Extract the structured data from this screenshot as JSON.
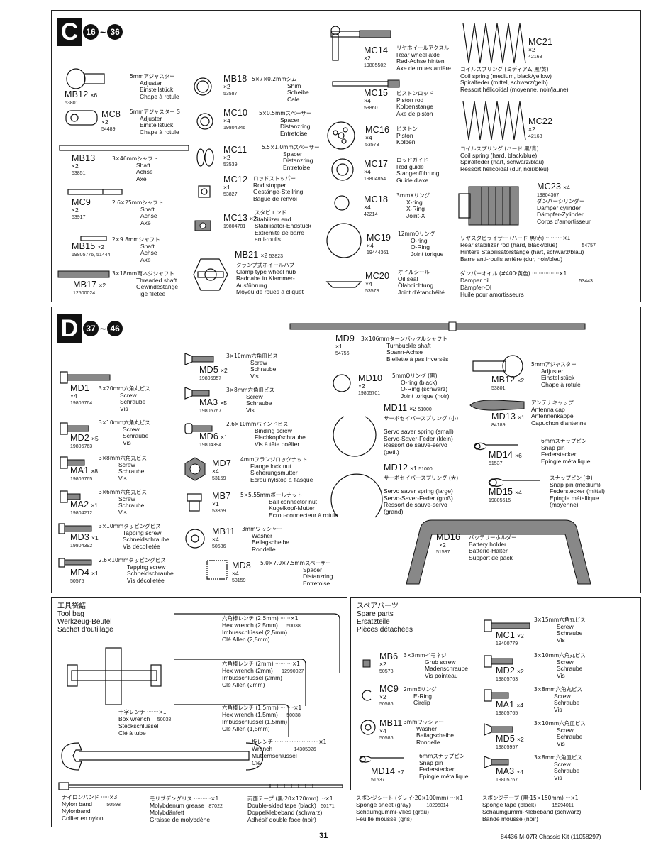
{
  "page_number": "31",
  "footer_kit": "84436 M-07R Chassis Kit (11058297)",
  "section_c": {
    "letter": "C",
    "step_from": "16",
    "tilde": "~",
    "step_to": "36",
    "mb12": {
      "code": "MB12",
      "qty": "×6",
      "num": "53801",
      "jp": "5mmアジャスター",
      "d1": "Adjuster",
      "d2": "Einstellstück",
      "d3": "Chape à rotule"
    },
    "mc8": {
      "code": "MC8",
      "qty": "×2",
      "num": "54489",
      "jp": "5mmアジャスター S",
      "d1": "Adjuster",
      "d2": "Einstellstück",
      "d3": "Chape à rotule"
    },
    "mb13": {
      "code": "MB13",
      "qty": "×2",
      "num": "53851",
      "jp": "3×46mmシャフト",
      "d1": "Shaft",
      "d2": "Achse",
      "d3": "Axe"
    },
    "mc9": {
      "code": "MC9",
      "qty": "×2",
      "num": "53917",
      "jp": "2.6×25mmシャフト",
      "d1": "Shaft",
      "d2": "Achse",
      "d3": "Axe"
    },
    "mb15": {
      "code": "MB15",
      "qty": "×2",
      "num": "19805776, 51444",
      "jp": "2×9.8mmシャフト",
      "d1": "Shaft",
      "d2": "Achse",
      "d3": "Axe"
    },
    "mb17": {
      "code": "MB17",
      "qty": "×2",
      "num": "12500024",
      "jp": "3×18mm両ネジシャフト",
      "d1": "Threaded shaft",
      "d2": "Gewindestange",
      "d3": "Tige filetée"
    },
    "mb18": {
      "code": "MB18",
      "qty": "×2",
      "num": "53587",
      "jp": "5×7×0.2mmシム",
      "d1": "Shim",
      "d2": "Scheibe",
      "d3": "Cale"
    },
    "mc10": {
      "code": "MC10",
      "qty": "×4",
      "num": "19804246",
      "jp": "5×0.5mmスペーサー",
      "d1": "Spacer",
      "d2": "Distanzring",
      "d3": "Entretoise"
    },
    "mc11": {
      "code": "MC11",
      "qty": "×2",
      "num": "53539",
      "jp": "5.5×1.0mmスペーサー",
      "d1": "Spacer",
      "d2": "Distanzring",
      "d3": "Entretoise"
    },
    "mc12": {
      "code": "MC12",
      "qty": "×1",
      "num": "53827",
      "jp": "ロッドストッパー",
      "d1": "Rod stopper",
      "d2": "Gestänge-Stellring",
      "d3": "Bague de renvoi"
    },
    "mc13": {
      "code": "MC13",
      "qty": "×2",
      "num": "19804781",
      "jp": "スタビエンド",
      "d1": "Stabilizer end",
      "d2": "Stabilisator-Endstück",
      "d3": "Extrémité de barre",
      "d4": "anti-roulis"
    },
    "mb21": {
      "code": "MB21",
      "qty": "×2",
      "num": "53823",
      "jp": "クランプ式ホイールハブ",
      "d1": "Clamp type wheel hub",
      "d2": "Radnabe in Klammer-",
      "d3": "Ausführung",
      "d4": "Moyeu de roues à cliquet"
    },
    "mc14": {
      "code": "MC14",
      "qty": "×2",
      "num": "19805502",
      "jp": "リヤホイールアクスル",
      "d1": "Rear wheel axle",
      "d2": "Rad-Achse hinten",
      "d3": "Axe de roues arrière"
    },
    "mc15": {
      "code": "MC15",
      "qty": "×4",
      "num": "53860",
      "jp": "ピストンロッド",
      "d1": "Piston rod",
      "d2": "Kolbenstange",
      "d3": "Axe de piston"
    },
    "mc16": {
      "code": "MC16",
      "qty": "×4",
      "num": "53573",
      "jp": "ピストン",
      "d1": "Piston",
      "d2": "Kolben"
    },
    "mc17": {
      "code": "MC17",
      "qty": "×4",
      "num": "19804854",
      "jp": "ロッドガイド",
      "d1": "Rod guide",
      "d2": "Stangenführung",
      "d3": "Guide d'axe"
    },
    "mc18": {
      "code": "MC18",
      "qty": "×4",
      "num": "42214",
      "jp": "3mmXリング",
      "d1": "X-ring",
      "d2": "X-Ring",
      "d3": "Joint-X"
    },
    "mc19": {
      "code": "MC19",
      "qty": "×4",
      "num": "19444361",
      "jp": "12mmOリング",
      "d1": "O-ring",
      "d2": "O-Ring",
      "d3": "Joint torique"
    },
    "mc20": {
      "code": "MC20",
      "qty": "×4",
      "num": "53578",
      "jp": "オイルシール",
      "d1": "Oil seal",
      "d2": "Ölabdichtung",
      "d3": "Joint d'étanchéité"
    },
    "mc21": {
      "code": "MC21",
      "qty": "×2",
      "num": "42168",
      "jp": "コイルスプリング (ミディアム 黒/黄)",
      "d1": "Coil spring (medium, black/yellow)",
      "d2": "Spiralfeder (mittel, schwarz/gelb)",
      "d3": "Ressort hélicoïdal (moyenne, noir/jaune)"
    },
    "mc22": {
      "code": "MC22",
      "qty": "×2",
      "num": "42168",
      "jp": "コイルスプリング (ハード 黒/青)",
      "d1": "Coil spring (hard, black/blue)",
      "d2": "Spiralfeder (hart, schwarz/blau)",
      "d3": "Ressort hélicoïdal (dur, noir/bleu)"
    },
    "mc23": {
      "code": "MC23",
      "qty": "×4",
      "num": "19804367",
      "jp": "ダンパーシリンダー",
      "d1": "Damper cylinder",
      "d2": "Dämpfer-Zylinder",
      "d3": "Corps d'amortisseur"
    },
    "stab": {
      "jp": "リヤスタビライザー (ハード 黒/赤) ··········×1",
      "num": "54757",
      "d1": "Rear stabilizer rod (hard, black/blue)",
      "d2": "Hintere Stabilisatorstange (hart, schwarz/blau)",
      "d3": "Barre anti-roulis arrière (dur, noir/bleu)"
    },
    "oil": {
      "jp": "ダンパーオイル (#400·黄色) ················×1",
      "num": "53443",
      "d1": "Damper oil",
      "d2": "Dämpfer-Öl",
      "d3": "Huile pour amortisseurs"
    }
  },
  "section_d": {
    "letter": "D",
    "step_from": "37",
    "tilde": "~",
    "step_to": "46",
    "md9": {
      "code": "MD9",
      "qty": "×1",
      "num": "54756",
      "jp": "3×106mmターンバックルシャフト",
      "d1": "Turnbuckle shaft",
      "d2": "Spann-Achse",
      "d3": "Biellette à pas inversés"
    },
    "md1": {
      "code": "MD1",
      "qty": "×4",
      "num": "19805764",
      "jp": "3×20mm六角丸ビス",
      "d1": "Screw",
      "d2": "Schraube",
      "d3": "Vis"
    },
    "md2": {
      "code": "MD2",
      "qty": "×5",
      "num": "19805763",
      "jp": "3×10mm六角丸ビス",
      "d1": "Screw",
      "d2": "Schraube",
      "d3": "Vis"
    },
    "ma1": {
      "code": "MA1",
      "qty": "×8",
      "num": "19805765",
      "jp": "3×8mm六角丸ビス",
      "d1": "Screw",
      "d2": "Schraube",
      "d3": "Vis"
    },
    "ma2": {
      "code": "MA2",
      "qty": "×1",
      "num": "19804212",
      "jp": "3×6mm六角丸ビス",
      "d1": "Screw",
      "d2": "Schraube",
      "d3": "Vis"
    },
    "md3": {
      "code": "MD3",
      "qty": "×1",
      "num": "19804392",
      "jp": "3×10mmタッピングビス",
      "d1": "Tapping screw",
      "d2": "Schneidschraube",
      "d3": "Vis décolletée"
    },
    "md4": {
      "code": "MD4",
      "qty": "×1",
      "num": "50575",
      "jp": "2.6×10mmタッピングビス",
      "d1": "Tapping screw",
      "d2": "Schneidschraube",
      "d3": "Vis décolletée"
    },
    "md5": {
      "code": "MD5",
      "qty": "×2",
      "num": "19805957",
      "jp": "3×10mm六角皿ビス",
      "d1": "Screw",
      "d2": "Schraube",
      "d3": "Vis"
    },
    "ma3": {
      "code": "MA3",
      "qty": "×5",
      "num": "19805767",
      "jp": "3×8mm六角皿ビス",
      "d1": "Screw",
      "d2": "Schraube",
      "d3": "Vis"
    },
    "md6": {
      "code": "MD6",
      "qty": "×1",
      "num": "19804394",
      "jp": "2.6×10mmバインドビス",
      "d1": "Binding screw",
      "d2": "Flachkopfschraube",
      "d3": "Vis à tête poêlier"
    },
    "md7": {
      "code": "MD7",
      "qty": "×4",
      "num": "53159",
      "jp": "4mmフランジロックナット",
      "d1": "Flange lock nut",
      "d2": "Sicherungsmutter",
      "d3": "Ecrou nylstop à flasque"
    },
    "mb7": {
      "code": "MB7",
      "qty": "×1",
      "num": "53869",
      "jp": "5×5.55mmボールナット",
      "d1": "Ball connector nut",
      "d2": "Kugelkopf-Mutter",
      "d3": "Ecrou-connecteur à rotule"
    },
    "mb11": {
      "code": "MB11",
      "qty": "×4",
      "num": "50586",
      "jp": "3mmワッシャー",
      "d1": "Washer",
      "d2": "Beilagscheibe",
      "d3": "Rondelle"
    },
    "md8": {
      "code": "MD8",
      "qty": "×4",
      "num": "53159",
      "jp": "5.0×7.0×7.5mmスペーサー",
      "d1": "Spacer",
      "d2": "Distanzring",
      "d3": "Entretoise"
    },
    "md10": {
      "code": "MD10",
      "qty": "×2",
      "num": "19805701",
      "jp": "5mmOリング (黒)",
      "d1": "O-ring (black)",
      "d2": "O-Ring (schwarz)",
      "d3": "Joint torique (noir)"
    },
    "md11": {
      "code": "MD11",
      "qty": "×2",
      "num": "51000",
      "jp": "サーボセイバースプリング (小)",
      "d1": "Servo saver spring (small)",
      "d2": "Servo-Saver-Feder (klein)",
      "d3": "Ressort de sauve-servo",
      "d4": "(petit)"
    },
    "md12": {
      "code": "MD12",
      "qty": "×1",
      "num": "51000",
      "jp": "サーボセイバースプリング (大)",
      "d1": "Servo saver spring (large)",
      "d2": "Servo-Saver-Feder (groß)",
      "d3": "Ressort de sauve-servo",
      "d4": "(grand)"
    },
    "mb12": {
      "code": "MB12",
      "qty": "×2",
      "num": "53801",
      "jp": "5mmアジャスター",
      "d1": "Adjuster",
      "d2": "Einstellstück",
      "d3": "Chape à rotule"
    },
    "md13": {
      "code": "MD13",
      "qty": "×1",
      "num": "84189",
      "jp": "アンテナキャップ",
      "d1": "Antenna cap",
      "d2": "Antennenkappe",
      "d3": "Capuchon d'antenne"
    },
    "md14": {
      "code": "MD14",
      "qty": "×6",
      "num": "51537",
      "jp": "6mmスナップピン",
      "d1": "Snap pin",
      "d2": "Federstecker",
      "d3": "Epingle métallique"
    },
    "md15": {
      "code": "MD15",
      "qty": "×4",
      "num": "19805615",
      "jp": "スナップピン (中)",
      "d1": "Snap pin (medium)",
      "d2": "Federstecker (mittel)",
      "d3": "Epingle métallique",
      "d4": "(moyenne)"
    },
    "md16": {
      "code": "MD16",
      "qty": "×2",
      "num": "51537",
      "jp": "バッテリーホルダー",
      "d1": "Battery holder",
      "d2": "Batterie-Halter",
      "d3": "Support de pack"
    }
  },
  "tool_bag": {
    "jp": "工具袋詰",
    "t1": "Tool bag",
    "t2": "Werkzeug-Beutel",
    "t3": "Sachet d'outillage",
    "hex25": {
      "jp": "六角棒レンチ (2.5mm) ······×1",
      "d1": "Hex wrench (2.5mm)",
      "num": "50038",
      "d2": "Imbusschlüssel (2,5mm)",
      "d3": "Clé Allen (2,5mm)"
    },
    "hex2": {
      "jp": "六角棒レンチ (2mm) ··········×1",
      "d1": "Hex wrench (2mm)",
      "num": "12990027",
      "d2": "Imbusschlüssel (2mm)",
      "d3": "Clé Allen (2mm)"
    },
    "hex15": {
      "jp": "六角棒レンチ (1.5mm) ········×1",
      "d1": "Hex wrench (1.5mm)",
      "num": "50038",
      "d2": "Imbusschlüssel (1,5mm)",
      "d3": "Clé Allen (1,5mm)"
    },
    "box": {
      "jp": "十字レンチ ·······×1",
      "d1": "Box wrench",
      "num": "50038",
      "d2": "Steckschlüssel",
      "d3": "Clé à tube"
    },
    "wrench": {
      "jp": "板レンチ ··························×1",
      "d1": "Wrench",
      "num": "14305026",
      "d2": "Mutternschlüssel",
      "d3": "Clé"
    },
    "nylon": {
      "jp": "ナイロンバンド ·····×3",
      "d1": "Nylon band",
      "num": "50598",
      "d2": "Nylonband",
      "d3": "Collier en nylon"
    },
    "grease": {
      "jp": "モリブデングリス ··········×1",
      "d1": "Molybdenum grease",
      "num": "87022",
      "d2": "Molybdänfett",
      "d3": "Graisse de molybdène"
    },
    "tape": {
      "jp": "両面テープ (黒·20×120mm) ···×1",
      "d1": "Double-sided tape (black)",
      "num": "50171",
      "d2": "Doppelklebeband (schwarz)",
      "d3": "Adhésif double face (noir)"
    },
    "sponge_sheet": {
      "jp": "スポンジシート (グレイ·20×100mm) ···×1",
      "d1": "Sponge sheet (gray)",
      "num": "18295014",
      "d2": "Schaumgummi-Vlies (grau)",
      "d3": "Feuille mousse (gris)"
    },
    "sponge_tape": {
      "jp": "スポンジテープ (黒·15×150mm) ···×1",
      "d1": "Sponge tape (black)",
      "num": "15294011",
      "d2": "Schaumgummi-Klebeband (schwarz)",
      "d3": "Bande mousse (noir)"
    }
  },
  "spare": {
    "jp": "スペアパーツ",
    "t1": "Spare parts",
    "t2": "Ersatzteile",
    "t3": "Pièces détachées",
    "mb6": {
      "code": "MB6",
      "qty": "×2",
      "num": "50578",
      "jp": "3×3mmイモネジ",
      "d1": "Grub screw",
      "d2": "Madenschraube",
      "d3": "Vis pointeau"
    },
    "mc9": {
      "code": "MC9",
      "qty": "×2",
      "num": "50586",
      "jp": "2mmEリング",
      "d1": "E-Ring",
      "d2": "Circlip"
    },
    "mb11": {
      "code": "MB11",
      "qty": "×4",
      "num": "50586",
      "jp": "3mmワッシャー",
      "d1": "Washer",
      "d2": "Beilagscheibe",
      "d3": "Rondelle"
    },
    "md14": {
      "code": "MD14",
      "qty": "×7",
      "num": "51537",
      "jp": "6mmスナップピン",
      "d1": "Snap pin",
      "d2": "Federstecker",
      "d3": "Epingle métallique"
    },
    "mc1": {
      "code": "MC1",
      "qty": "×2",
      "num": "19400779",
      "jp": "3×15mm六角丸ビス",
      "d1": "Screw",
      "d2": "Schraube",
      "d3": "Vis"
    },
    "md2": {
      "code": "MD2",
      "qty": "×2",
      "num": "19805763",
      "jp": "3×10mm六角丸ビス",
      "d1": "Screw",
      "d2": "Schraube",
      "d3": "Vis"
    },
    "ma1": {
      "code": "MA1",
      "qty": "×4",
      "num": "19805765",
      "jp": "3×8mm六角丸ビス",
      "d1": "Screw",
      "d2": "Schraube",
      "d3": "Vis"
    },
    "md5": {
      "code": "MD5",
      "qty": "×2",
      "num": "19805957",
      "jp": "3×10mm六角皿ビス",
      "d1": "Screw",
      "d2": "Schraube",
      "d3": "Vis"
    },
    "ma3": {
      "code": "MA3",
      "qty": "×4",
      "num": "19805767",
      "jp": "3×8mm六角皿ビス",
      "d1": "Screw",
      "d2": "Schraube",
      "d3": "Vis"
    }
  }
}
